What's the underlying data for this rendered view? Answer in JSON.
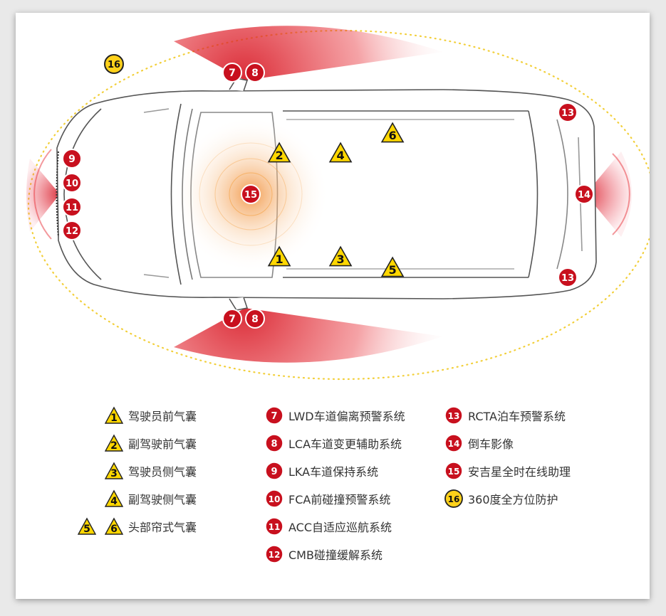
{
  "colors": {
    "badge_red": "#c8101e",
    "badge_yellow": "#ffd11a",
    "warning_yellow": "#ffd700",
    "sensor_glow": "#e8323a",
    "camera_glow": "#f5a040"
  },
  "markers": {
    "m1": "1",
    "m2": "2",
    "m3": "3",
    "m4": "4",
    "m5": "5",
    "m6": "6",
    "m7": "7",
    "m8": "8",
    "m9": "9",
    "m10": "10",
    "m11": "11",
    "m12": "12",
    "m13": "13",
    "m14": "14",
    "m15": "15",
    "m16": "16"
  },
  "legend": {
    "col1": [
      {
        "badges": [
          "1"
        ],
        "label": "驾驶员前气囊"
      },
      {
        "badges": [
          "2"
        ],
        "label": "副驾驶前气囊"
      },
      {
        "badges": [
          "3"
        ],
        "label": "驾驶员侧气囊"
      },
      {
        "badges": [
          "4"
        ],
        "label": "副驾驶侧气囊"
      },
      {
        "badges": [
          "5",
          "6"
        ],
        "label": "头部帘式气囊"
      }
    ],
    "col2": [
      {
        "badge": "7",
        "label": "LWD车道偏离预警系统"
      },
      {
        "badge": "8",
        "label": "LCA车道变更辅助系统"
      },
      {
        "badge": "9",
        "label": "LKA车道保持系统"
      },
      {
        "badge": "10",
        "label": "FCA前碰撞预警系统"
      },
      {
        "badge": "11",
        "label": "ACC自适应巡航系统"
      },
      {
        "badge": "12",
        "label": "CMB碰撞缓解系统"
      }
    ],
    "col3": [
      {
        "badge": "13",
        "label": "RCTA泊车预警系统"
      },
      {
        "badge": "14",
        "label": "倒车影像"
      },
      {
        "badge": "15",
        "label": "安吉星全时在线助理"
      },
      {
        "badge": "16",
        "label": "360度全方位防护"
      }
    ]
  }
}
